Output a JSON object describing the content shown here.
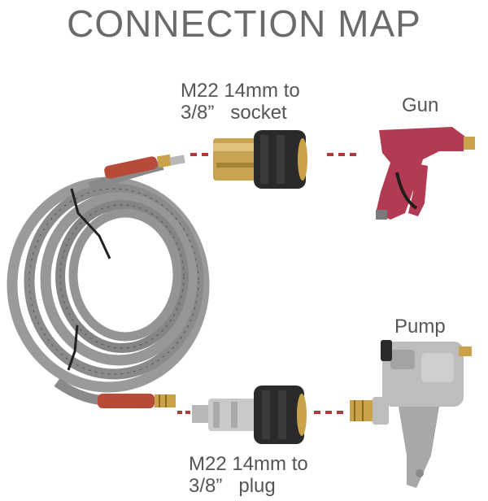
{
  "title": "CONNECTION MAP",
  "labels": {
    "socket": "M22 14mm to\n3/8”   socket",
    "plug": "M22 14mm to\n3/8”   plug",
    "gun": "Gun",
    "pump": "Pump"
  },
  "colors": {
    "connector_line": "#b5383c",
    "hose": "#8c8c8c",
    "hose_dark": "#6e6e6e",
    "sleeve": "#b84a3a",
    "brass": "#c9a24a",
    "gun_body": "#b23a52",
    "fitting_black": "#2a2a2a",
    "pump_silver": "#b9b9b9"
  }
}
